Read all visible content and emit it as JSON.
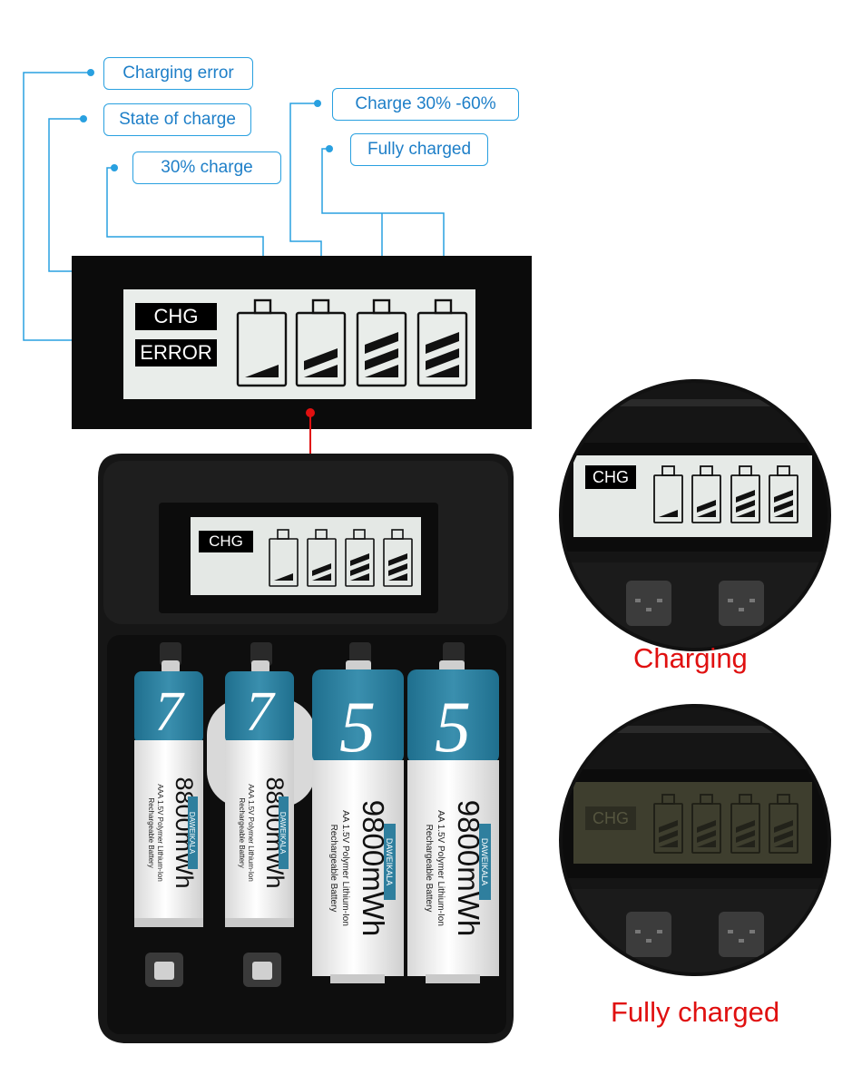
{
  "callouts": {
    "charging_error": "Charging error",
    "state_of_charge": "State of charge",
    "charge_30": "30% charge",
    "charge_30_60": "Charge 30% -60%",
    "fully_charged": "Fully charged"
  },
  "lcd": {
    "chg": "CHG",
    "error": "ERROR"
  },
  "captions": {
    "charging": "Charging",
    "fully_charged": "Fully charged"
  },
  "batteries": [
    {
      "number": "7",
      "capacity": "8800mWh",
      "spec": "AAA 1.5V Polymer  Lithium-Ion",
      "type": "Rechargeable Battery",
      "brand": "DAWEIKALA"
    },
    {
      "number": "7",
      "capacity": "8800mWh",
      "spec": "AAA 1.5V Polymer  Lithium-Ion",
      "type": "Rechargeable Battery",
      "brand": "DAWEIKALA"
    },
    {
      "number": "5",
      "capacity": "9800mWh",
      "spec": "AA 1.5V Polymer  Lithium-Ion",
      "type": "Rechargeable Battery",
      "brand": "DAWEIKALA"
    },
    {
      "number": "5",
      "capacity": "9800mWh",
      "spec": "AA 1.5V Polymer  Lithium-Ion",
      "type": "Rechargeable Battery",
      "brand": "DAWEIKALA"
    }
  ],
  "colors": {
    "callout": "#29a0e0",
    "accent_red": "#e01010",
    "battery_teal": "#2f7f9e",
    "lcd_bg": "#e9edea"
  }
}
